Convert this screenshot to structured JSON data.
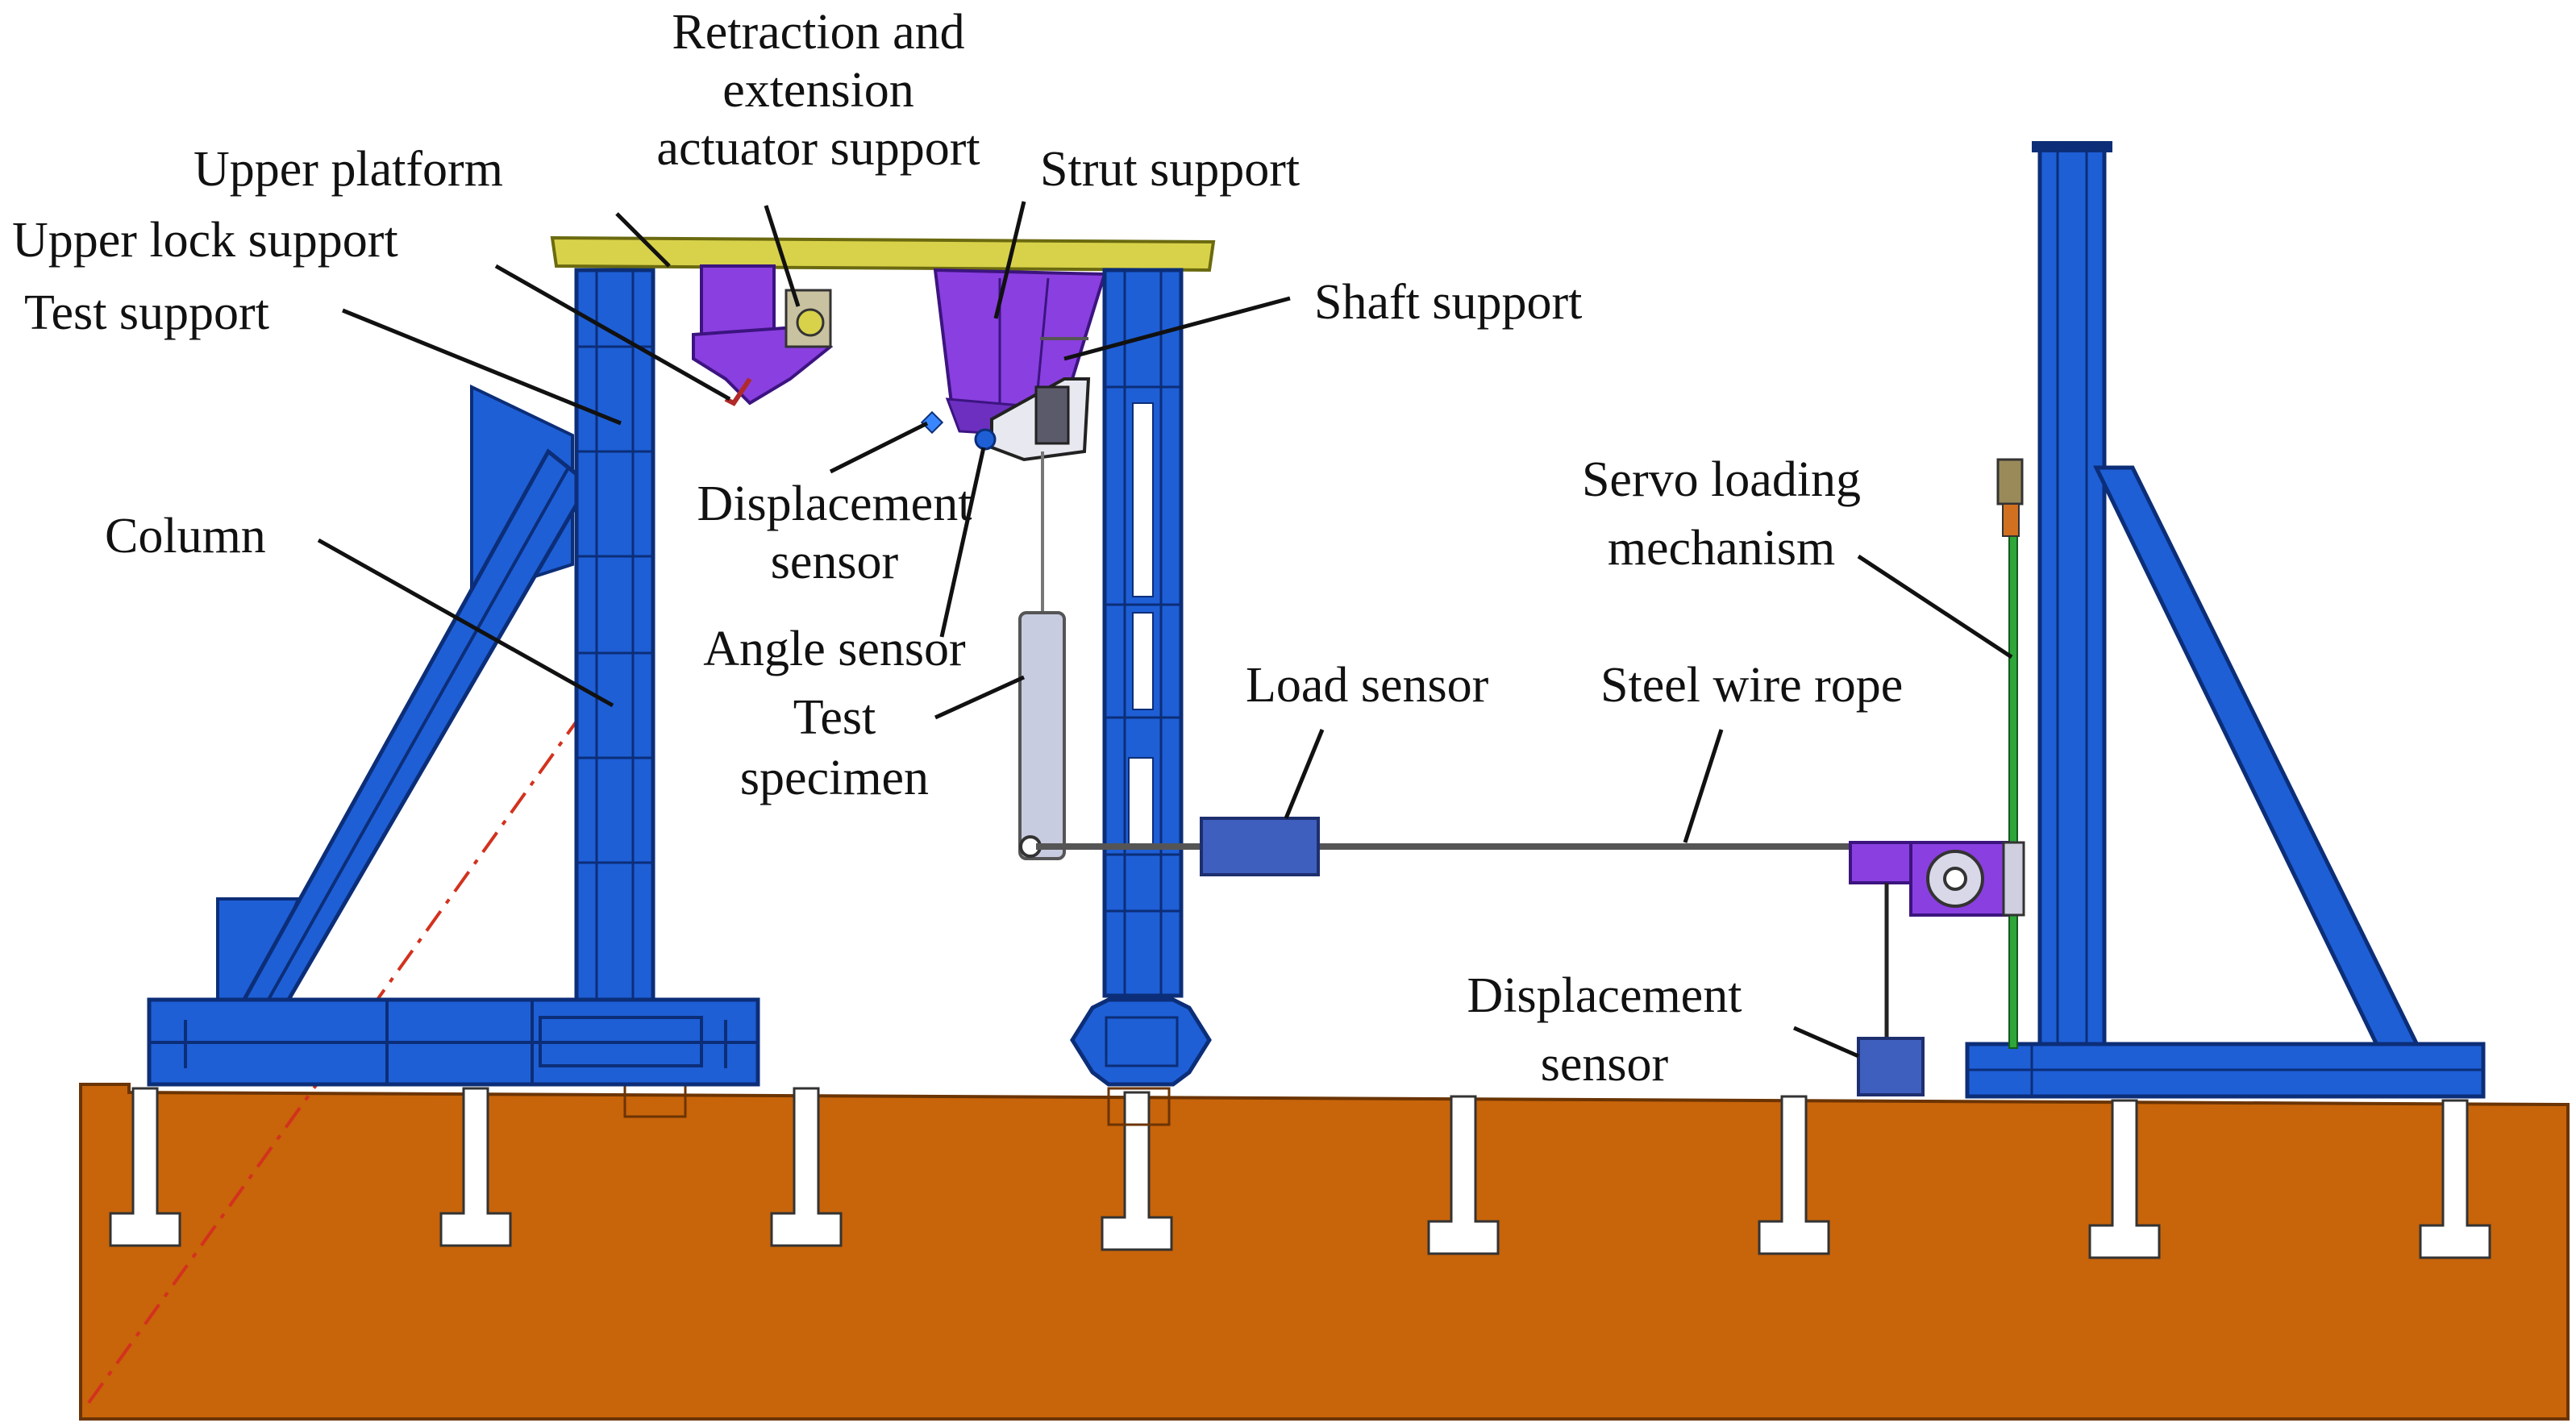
{
  "labels": {
    "retraction_l1": "Retraction and",
    "retraction_l2": "extension",
    "retraction_l3": "actuator support",
    "upper_platform": "Upper platform",
    "strut_support": "Strut support",
    "upper_lock_support": "Upper lock support",
    "test_support": "Test support",
    "shaft_support": "Shaft support",
    "column": "Column",
    "displacement_sensor_top_l1": "Displacement",
    "displacement_sensor_top_l2": "sensor",
    "servo_l1": "Servo loading",
    "servo_l2": "mechanism",
    "angle_sensor": "Angle sensor",
    "test_specimen_l1": "Test",
    "test_specimen_l2": "specimen",
    "load_sensor": "Load sensor",
    "steel_wire_rope": "Steel wire rope",
    "displacement_sensor_bottom_l1": "Displacement",
    "displacement_sensor_bottom_l2": "sensor"
  },
  "colors": {
    "ground": "#C8640A",
    "frame_blue": "#1E5FD6",
    "frame_dark": "#0C2E78",
    "platform_yellow": "#D8D24A",
    "support_purple": "#8A3FE0",
    "specimen_gray": "#C8CCE0",
    "load_sensor_blue": "#3F5FBF",
    "rope_gray": "#555555",
    "servo_green": "#2EA63A"
  }
}
